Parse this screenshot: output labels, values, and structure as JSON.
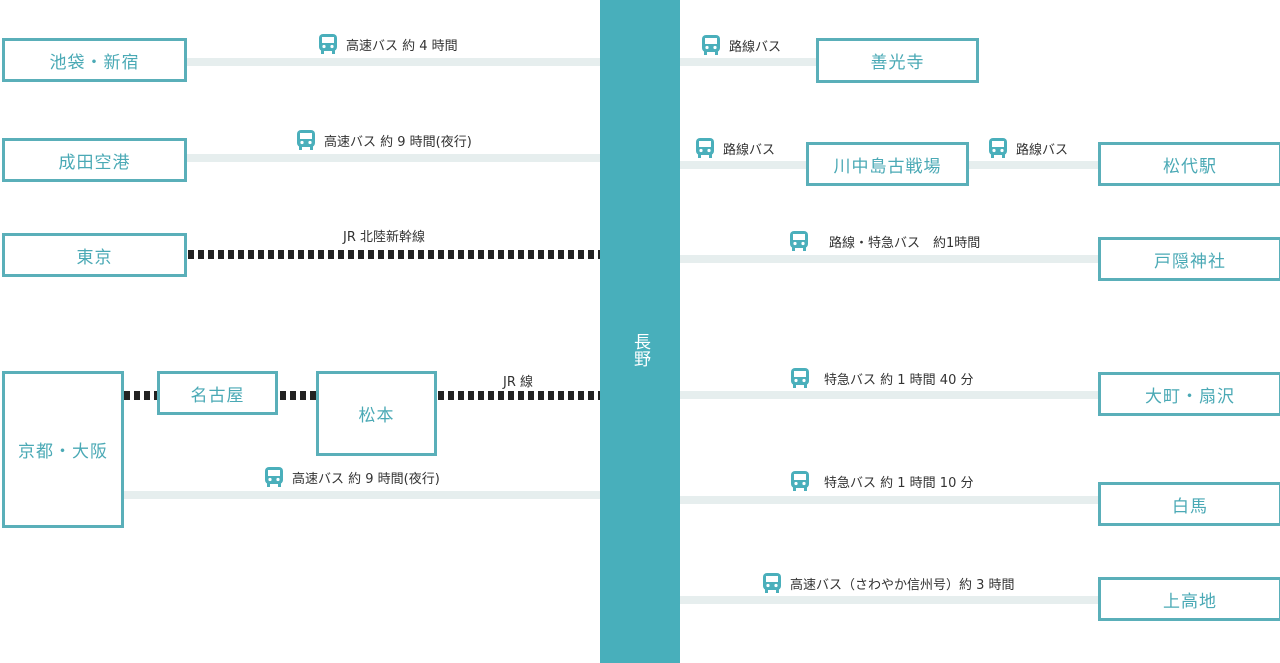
{
  "hub": {
    "name": "長野"
  },
  "colors": {
    "accent": "#48afbb",
    "line": "#e6eeee",
    "rail": "#222222"
  },
  "left": {
    "ikebukuro": {
      "name": "池袋・新宿",
      "route": "高速バス 約 4 時間",
      "icon": "bus-icon"
    },
    "narita": {
      "name": "成田空港",
      "route": "高速バス 約 9 時間(夜行)",
      "icon": "bus-icon"
    },
    "tokyo": {
      "name": "東京",
      "route": "JR 北陸新幹線"
    },
    "kyoto": {
      "name": "京都・大阪",
      "bus_route": "高速バス 約 9 時間(夜行)",
      "icon": "bus-icon"
    },
    "nagoya": {
      "name": "名古屋"
    },
    "matsumoto": {
      "name": "松本",
      "route": "JR 線"
    }
  },
  "right": {
    "zenkoji": {
      "name": "善光寺",
      "route": "路線バス"
    },
    "kawanakajima": {
      "name": "川中島古戦場",
      "route": "路線バス"
    },
    "matsushiro": {
      "name": "松代駅",
      "route": "路線バス"
    },
    "togakushi": {
      "name": "戸隠神社",
      "route": "路線・特急バス　約1時間"
    },
    "omachi": {
      "name": "大町・扇沢",
      "route": "特急バス 約 1 時間 40 分"
    },
    "hakuba": {
      "name": "白馬",
      "route": "特急バス 約 1 時間 10 分"
    },
    "kamikochi": {
      "name": "上高地",
      "route": "高速バス（さわやか信州号）約 3 時間"
    }
  }
}
